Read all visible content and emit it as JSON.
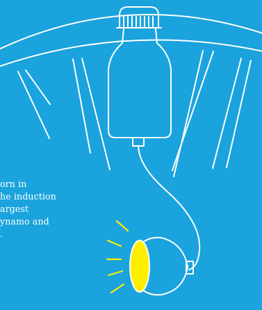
{
  "colors": {
    "background": "#1aa3dd",
    "line": "#ffffff",
    "lamp_lens": "#ffee00",
    "light_rays": "#ffee00"
  },
  "icons": {
    "wheel": "bicycle-wheel-rim",
    "dynamo": "bottle-dynamo-icon",
    "lamp": "bicycle-lamp-icon"
  },
  "caption": {
    "lines": [
      "orn in",
      "he induction",
      "argest",
      "ynamo and",
      "."
    ]
  }
}
